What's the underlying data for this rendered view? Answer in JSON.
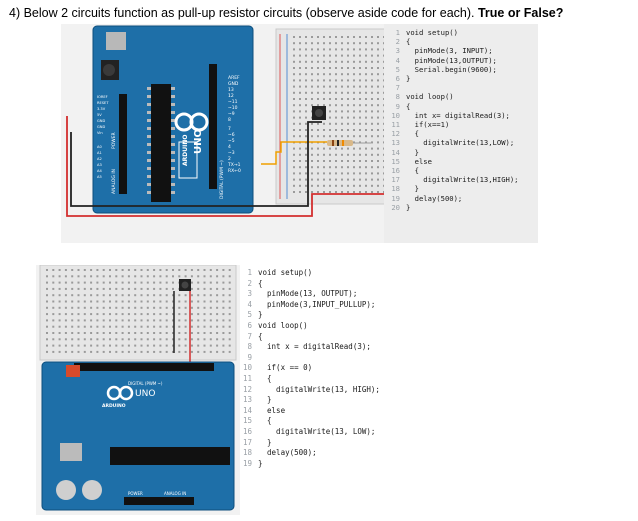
{
  "question": {
    "prefix": "4)  Below 2 circuits function as pull-up resistor circuits (observe aside code for each). ",
    "bold": "True or False?"
  },
  "board1": {
    "labels": [
      "AREF",
      "GND",
      "13",
      "12",
      "~11",
      "~10",
      "~9",
      "8",
      "7",
      "~6",
      "~5",
      "4",
      "~3",
      "2",
      "TX→1",
      "RX←0",
      "IOREF",
      "RESET",
      "3.3V",
      "5V",
      "GND",
      "GND",
      "Vin",
      "A0",
      "A1",
      "A2",
      "A3",
      "A4",
      "A5",
      "POWER",
      "ANALOG IN",
      "DIGITAL (PWM ~)",
      "UNO",
      "ARDUINO"
    ]
  },
  "board2": {
    "labels": [
      "DIGITAL (PWM ~)",
      "UNO",
      "ARDUINO",
      "POWER",
      "ANALOG IN"
    ]
  },
  "code1": [
    {
      "n": "1",
      "t": "void setup()"
    },
    {
      "n": "2",
      "t": "{"
    },
    {
      "n": "3",
      "t": "  pinMode(3, INPUT);"
    },
    {
      "n": "4",
      "t": "  pinMode(13,OUTPUT);"
    },
    {
      "n": "5",
      "t": "  Serial.begin(9600);"
    },
    {
      "n": "6",
      "t": "}"
    },
    {
      "n": "7",
      "t": ""
    },
    {
      "n": "8",
      "t": "void loop()"
    },
    {
      "n": "9",
      "t": "{"
    },
    {
      "n": "10",
      "t": "  int x= digitalRead(3);"
    },
    {
      "n": "11",
      "t": "  if(x==1)"
    },
    {
      "n": "12",
      "t": "  {"
    },
    {
      "n": "13",
      "t": "    digitalWrite(13,LOW);"
    },
    {
      "n": "14",
      "t": "  }"
    },
    {
      "n": "15",
      "t": "  else"
    },
    {
      "n": "16",
      "t": "  {"
    },
    {
      "n": "17",
      "t": "    digitalWrite(13,HIGH);"
    },
    {
      "n": "18",
      "t": "  }"
    },
    {
      "n": "19",
      "t": "  delay(500);"
    },
    {
      "n": "20",
      "t": "}"
    }
  ],
  "code2": [
    {
      "n": "1",
      "t": "void setup()"
    },
    {
      "n": "2",
      "t": "{"
    },
    {
      "n": "3",
      "t": "  pinMode(13, OUTPUT);"
    },
    {
      "n": "4",
      "t": "  pinMode(3,INPUT_PULLUP);"
    },
    {
      "n": "5",
      "t": "}"
    },
    {
      "n": "6",
      "t": "void loop()"
    },
    {
      "n": "7",
      "t": "{"
    },
    {
      "n": "8",
      "t": "  int x = digitalRead(3);"
    },
    {
      "n": "9",
      "t": ""
    },
    {
      "n": "10",
      "t": "  if(x == 0)"
    },
    {
      "n": "11",
      "t": "  {"
    },
    {
      "n": "12",
      "t": "    digitalWrite(13, HIGH);"
    },
    {
      "n": "13",
      "t": "  }"
    },
    {
      "n": "14",
      "t": "  else"
    },
    {
      "n": "15",
      "t": "  {"
    },
    {
      "n": "16",
      "t": "    digitalWrite(13, LOW);"
    },
    {
      "n": "17",
      "t": "  }"
    },
    {
      "n": "18",
      "t": "  delay(500);"
    },
    {
      "n": "19",
      "t": "}"
    }
  ]
}
